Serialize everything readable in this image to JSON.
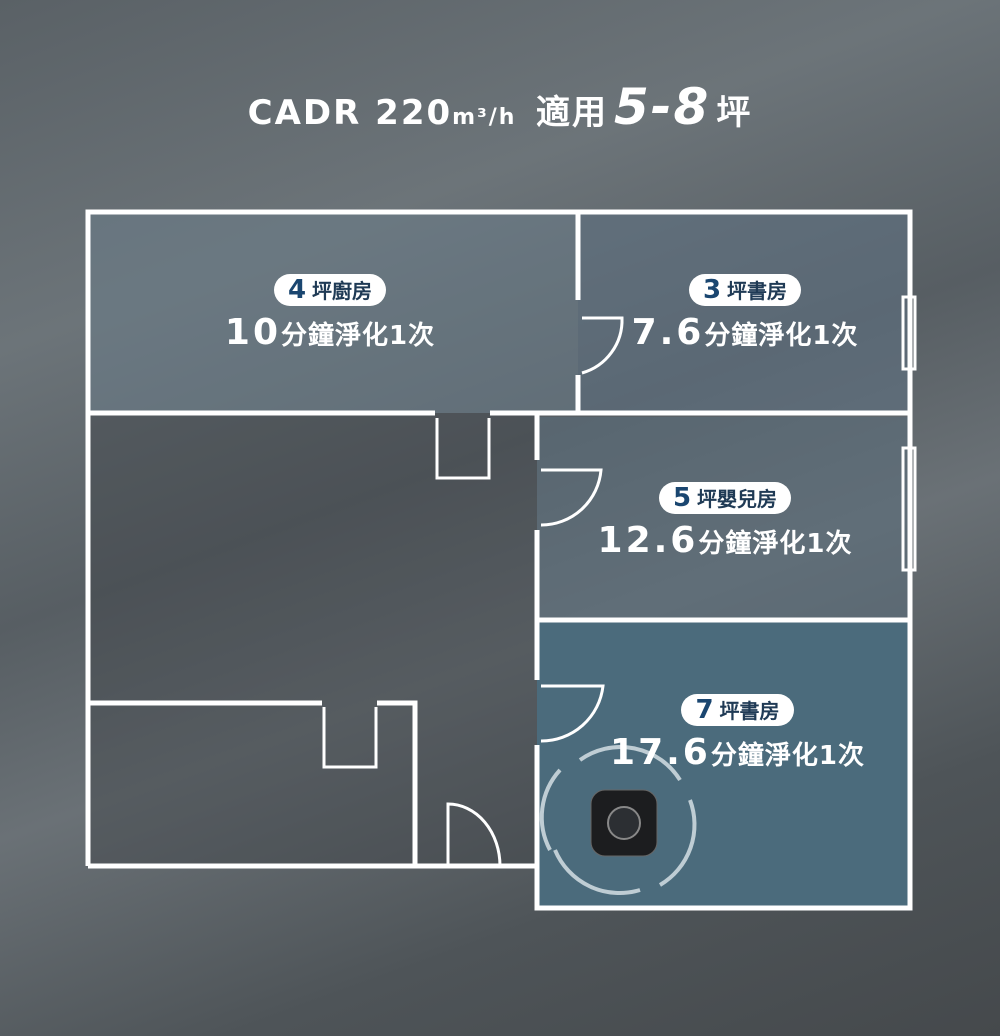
{
  "title": {
    "prefix": "CADR 220",
    "unit": "m³/h",
    "applicable": "適用",
    "range": "5-8",
    "ping": "坪"
  },
  "rooms": [
    {
      "size": "4",
      "name": "坪廚房",
      "minutes": "10",
      "suffix": "分鐘淨化1次"
    },
    {
      "size": "3",
      "name": "坪書房",
      "minutes": "7.6",
      "suffix": "分鐘淨化1次"
    },
    {
      "size": "5",
      "name": "坪嬰兒房",
      "minutes": "12.6",
      "suffix": "分鐘淨化1次"
    },
    {
      "size": "7",
      "name": "坪書房",
      "minutes": "17.6",
      "suffix": "分鐘淨化1次"
    }
  ],
  "colors": {
    "wall": "#ffffff",
    "badge_text": "#1a4670",
    "highlight_room": "#4b6b7c"
  }
}
